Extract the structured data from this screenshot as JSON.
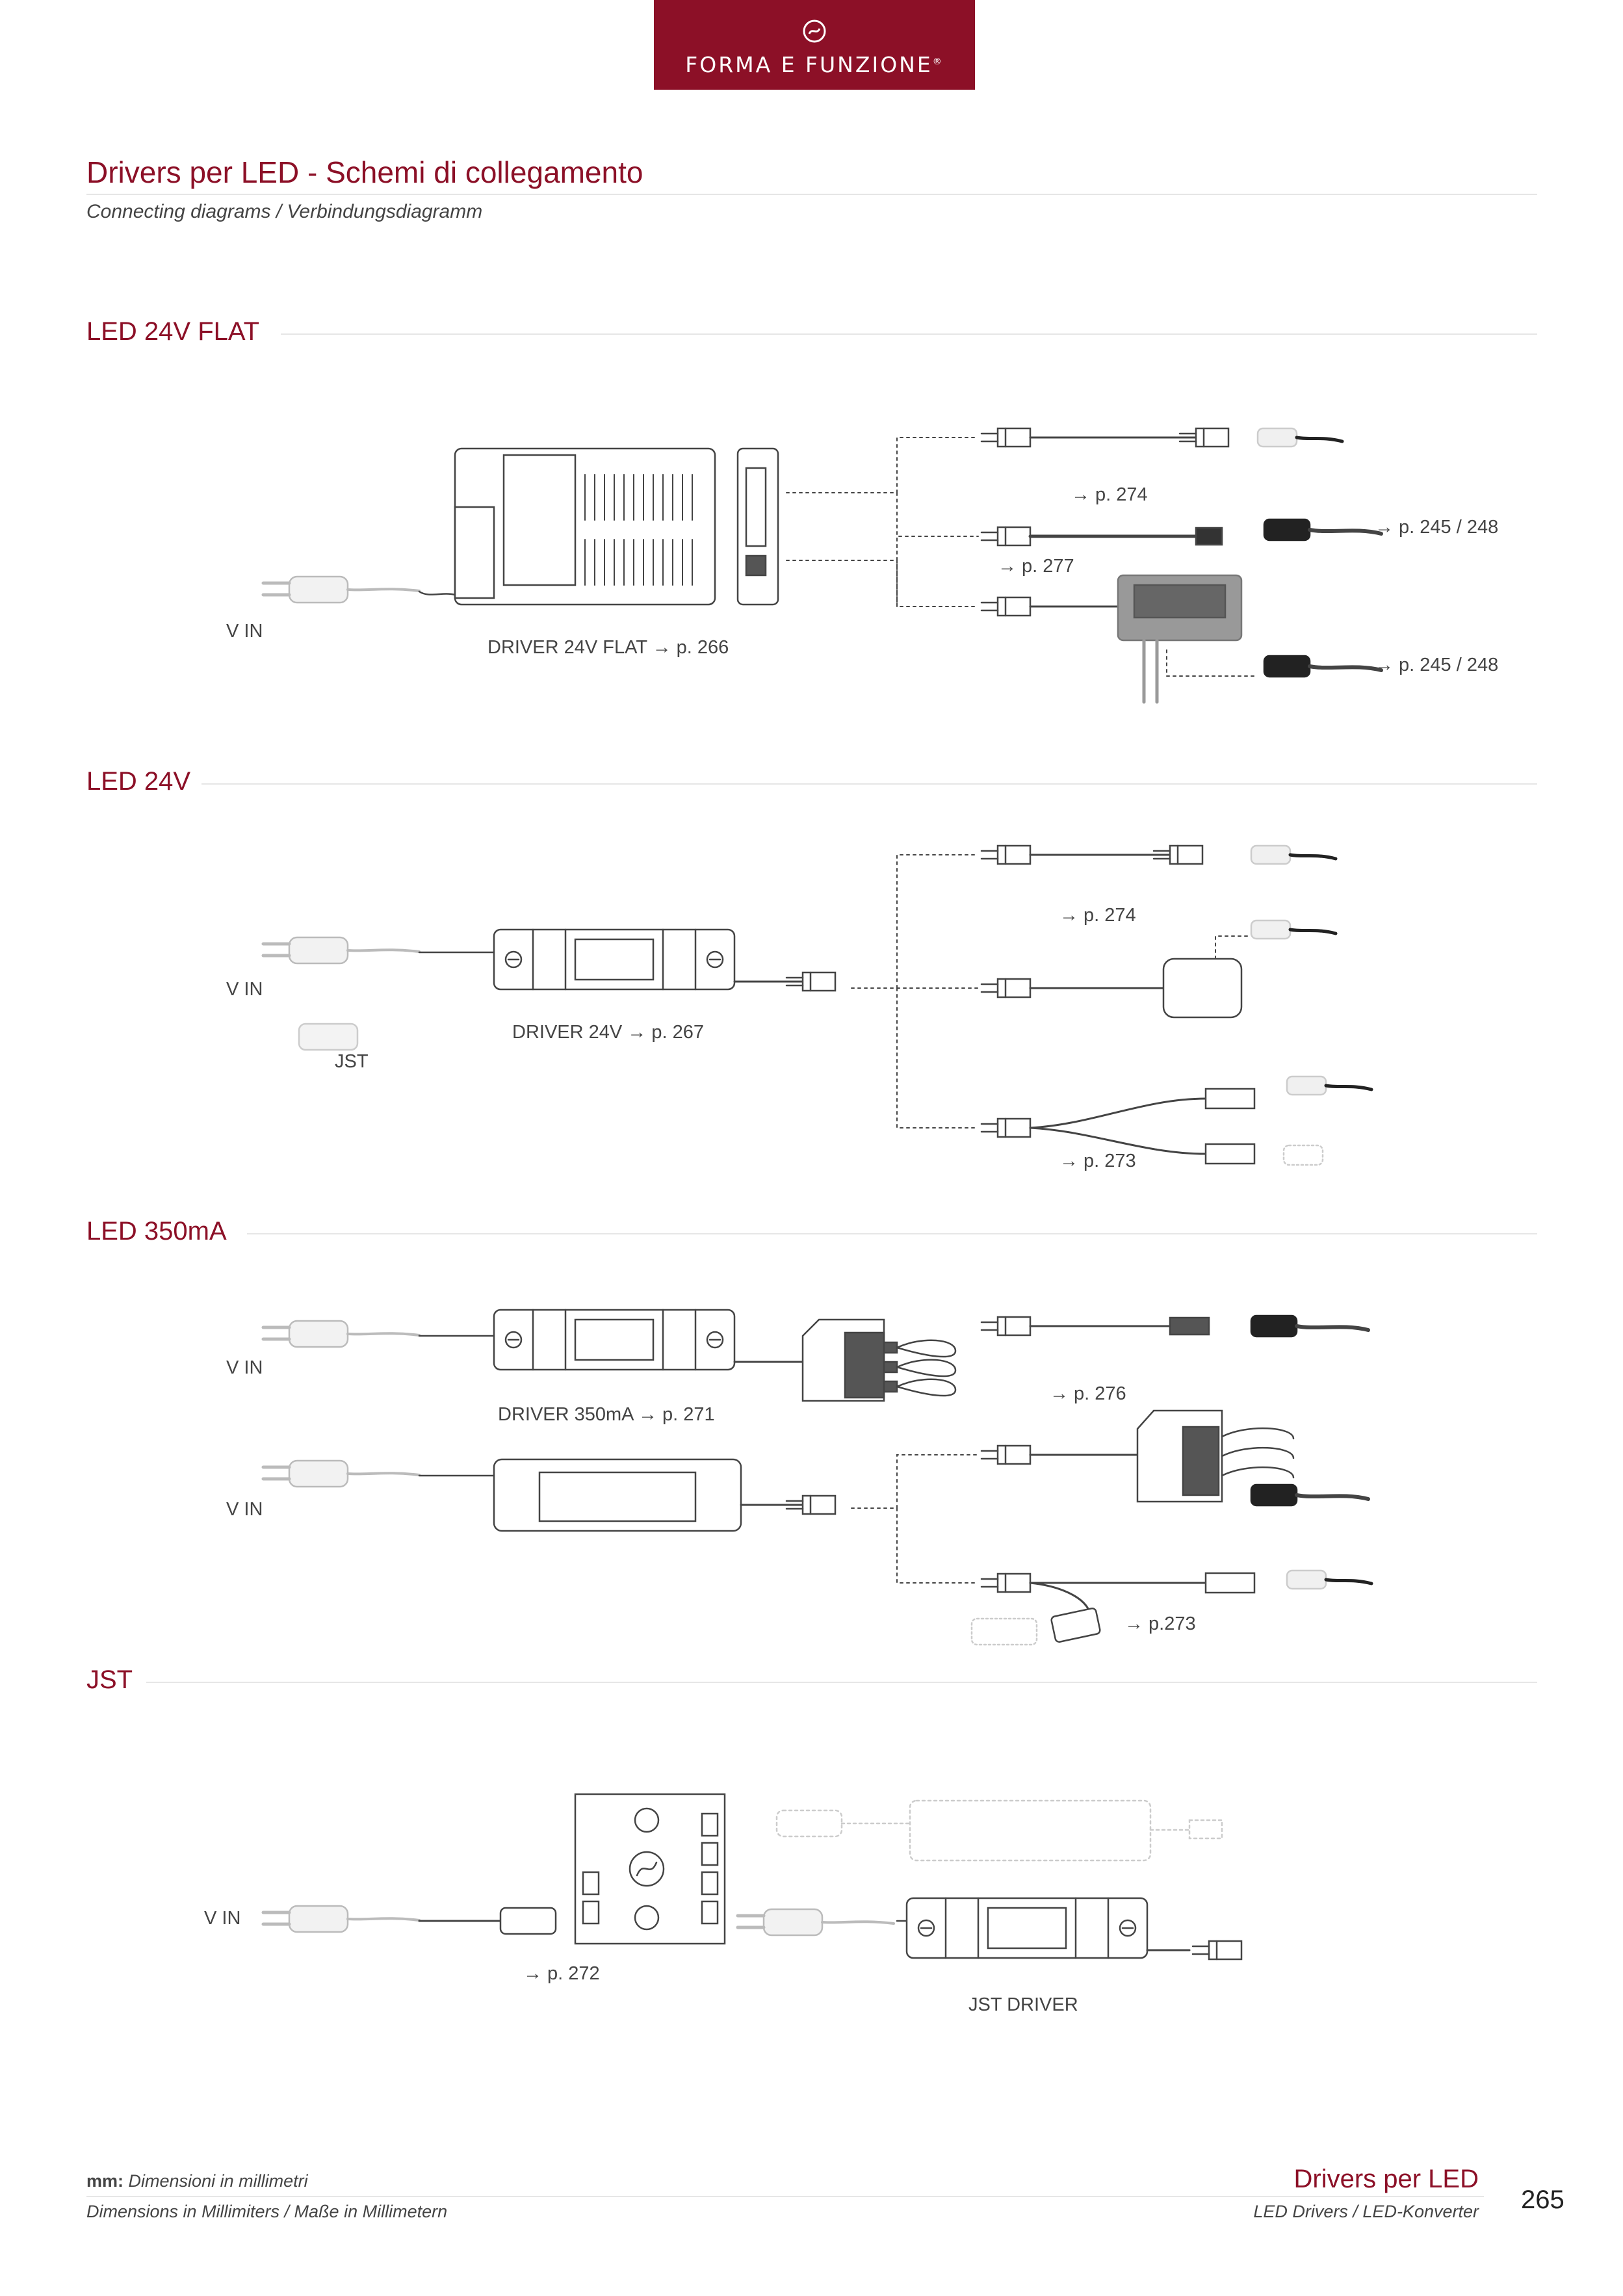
{
  "brand": {
    "name": "FORMA E FUNZIONE",
    "registered": "®",
    "color": "#8c1027"
  },
  "header": {
    "title": "Drivers per LED - Schemi di collegamento",
    "subtitle": "Connecting diagrams / Verbindungsdiagramm"
  },
  "sections": [
    {
      "title": "LED 24V FLAT",
      "labels": {
        "vin": "V IN",
        "driver": "DRIVER 24V FLAT → p. 266",
        "ref_274": "→ p. 274",
        "ref_277": "→ p. 277",
        "ref_245_a": "→ p. 245 / 248",
        "ref_245_b": "→ p. 245 / 248"
      }
    },
    {
      "title": "LED 24V",
      "labels": {
        "vin": "V IN",
        "jst": "JST",
        "driver": "DRIVER 24V → p. 267",
        "ref_274": "→ p. 274",
        "ref_273": "→ p. 273"
      }
    },
    {
      "title": "LED 350mA",
      "labels": {
        "vin_1": "V IN",
        "vin_2": "V IN",
        "driver": "DRIVER 350mA → p. 271",
        "ref_276": "→ p. 276",
        "ref_273": "→ p.273"
      }
    },
    {
      "title": "JST",
      "labels": {
        "vin": "V IN",
        "ref_272": "→ p. 272",
        "driver": "JST DRIVER"
      }
    }
  ],
  "footer": {
    "mm_key": "mm:",
    "mm_text": "Dimensioni in millimetri",
    "dimensions": "Dimensions in Millimiters / Maße in Millimetern",
    "category": "Drivers per LED",
    "category_sub": "LED Drivers / LED-Konverter",
    "page_number": "265"
  }
}
